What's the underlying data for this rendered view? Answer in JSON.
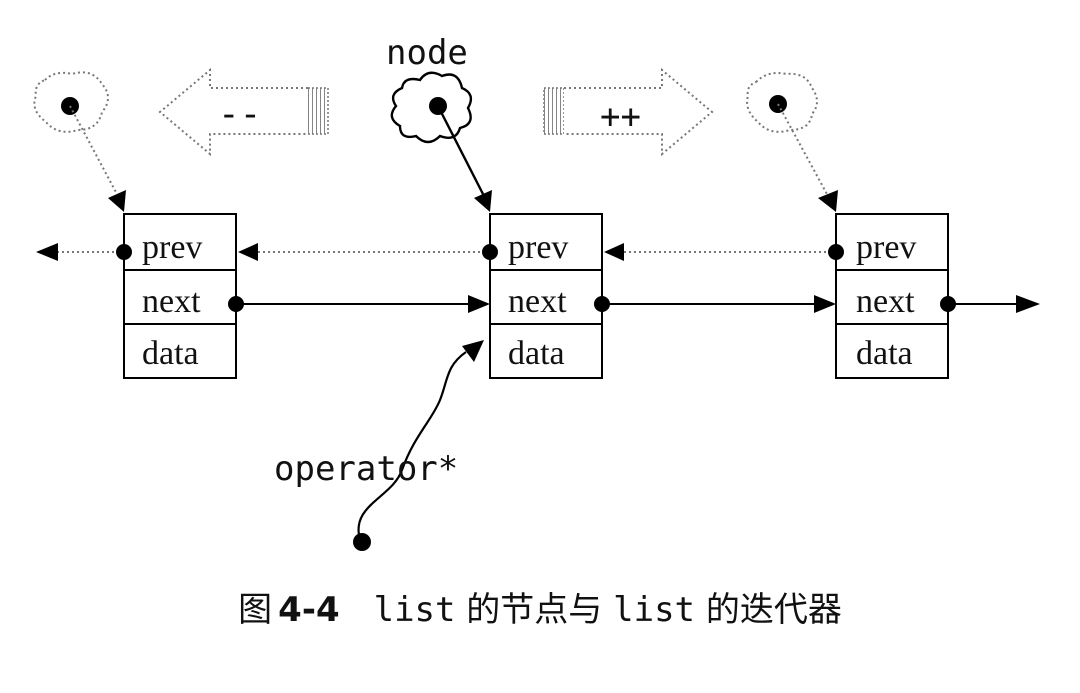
{
  "labels": {
    "node": "node",
    "decrement": "--",
    "increment": "++",
    "operator_star": "operator*"
  },
  "nodes": [
    {
      "id": "left",
      "fields": [
        "prev",
        "next",
        "data"
      ]
    },
    {
      "id": "center",
      "fields": [
        "prev",
        "next",
        "data"
      ]
    },
    {
      "id": "right",
      "fields": [
        "prev",
        "next",
        "data"
      ]
    }
  ],
  "caption": {
    "prefix": "图",
    "number": "4-4",
    "code1": "list",
    "text1": " 的节点与 ",
    "code2": "list",
    "text2": " 的迭代器"
  }
}
